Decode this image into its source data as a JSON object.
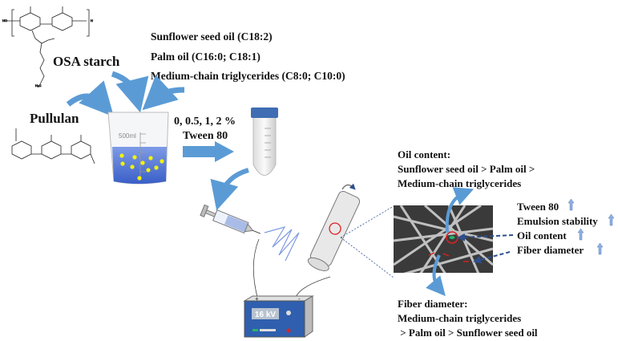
{
  "labels": {
    "osa_starch": "OSA starch",
    "pullulan": "Pullulan",
    "oils": [
      "Sunflower seed oil (C18:2)",
      "Palm oil (C16:0; C18:1)",
      "Medium-chain triglycerides (C8:0; C10:0)"
    ],
    "tween_conc": "0, 0.5, 1, 2 %",
    "tween": "Tween 80",
    "beaker_volume": "500ml",
    "voltage": "16 kV",
    "plus": "+",
    "minus": "-"
  },
  "oil_content": {
    "title": "Oil content:",
    "line1": "Sunflower seed oil > Palm oil >",
    "line2": "Medium-chain triglycerides"
  },
  "fiber_diameter": {
    "title": "Fiber diameter:",
    "line1": "Medium-chain triglycerides",
    "line2": " > Palm oil > Sunflower seed oil"
  },
  "effects": [
    {
      "label": "Tween 80",
      "trend": "up"
    },
    {
      "label": "Emulsion stability",
      "trend": "up"
    },
    {
      "label": "Oil content",
      "trend": "up"
    },
    {
      "label": "Fiber diameter",
      "trend": "up"
    }
  ],
  "colors": {
    "arrow": "#5b9bd5",
    "liquid": "#4a6fd1",
    "droplet": "#f2f20a",
    "power_supply": "#2f5fae",
    "dashed": "#2e4f8f"
  }
}
